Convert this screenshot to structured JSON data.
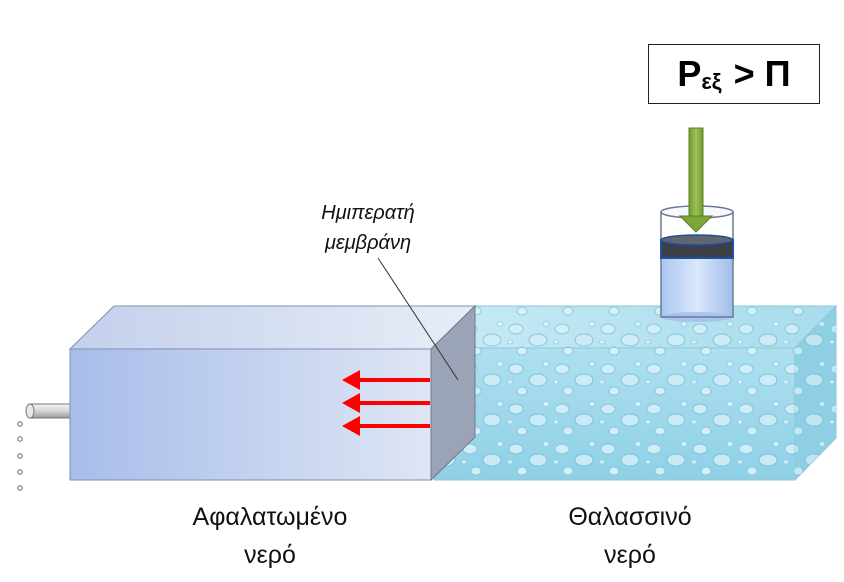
{
  "condition": {
    "p_symbol": "P",
    "p_subscript": "εξ",
    "operator": ">",
    "pi_symbol": "Π"
  },
  "membrane_label": {
    "line1": "Ημιπερατή",
    "line2": "μεμβράνη"
  },
  "desalinated_label": {
    "line1": "Αφαλατωμένο",
    "line2": "νερό"
  },
  "seawater_label": {
    "line1": "Θαλασσινό",
    "line2": "νερό"
  },
  "colors": {
    "arrow_red": "#ff0000",
    "piston_arrow_green": "#7da63a",
    "seawater": "#9ed8ea",
    "desalinated_tank": "#b8c8ea",
    "membrane": "#9aa4b6"
  }
}
